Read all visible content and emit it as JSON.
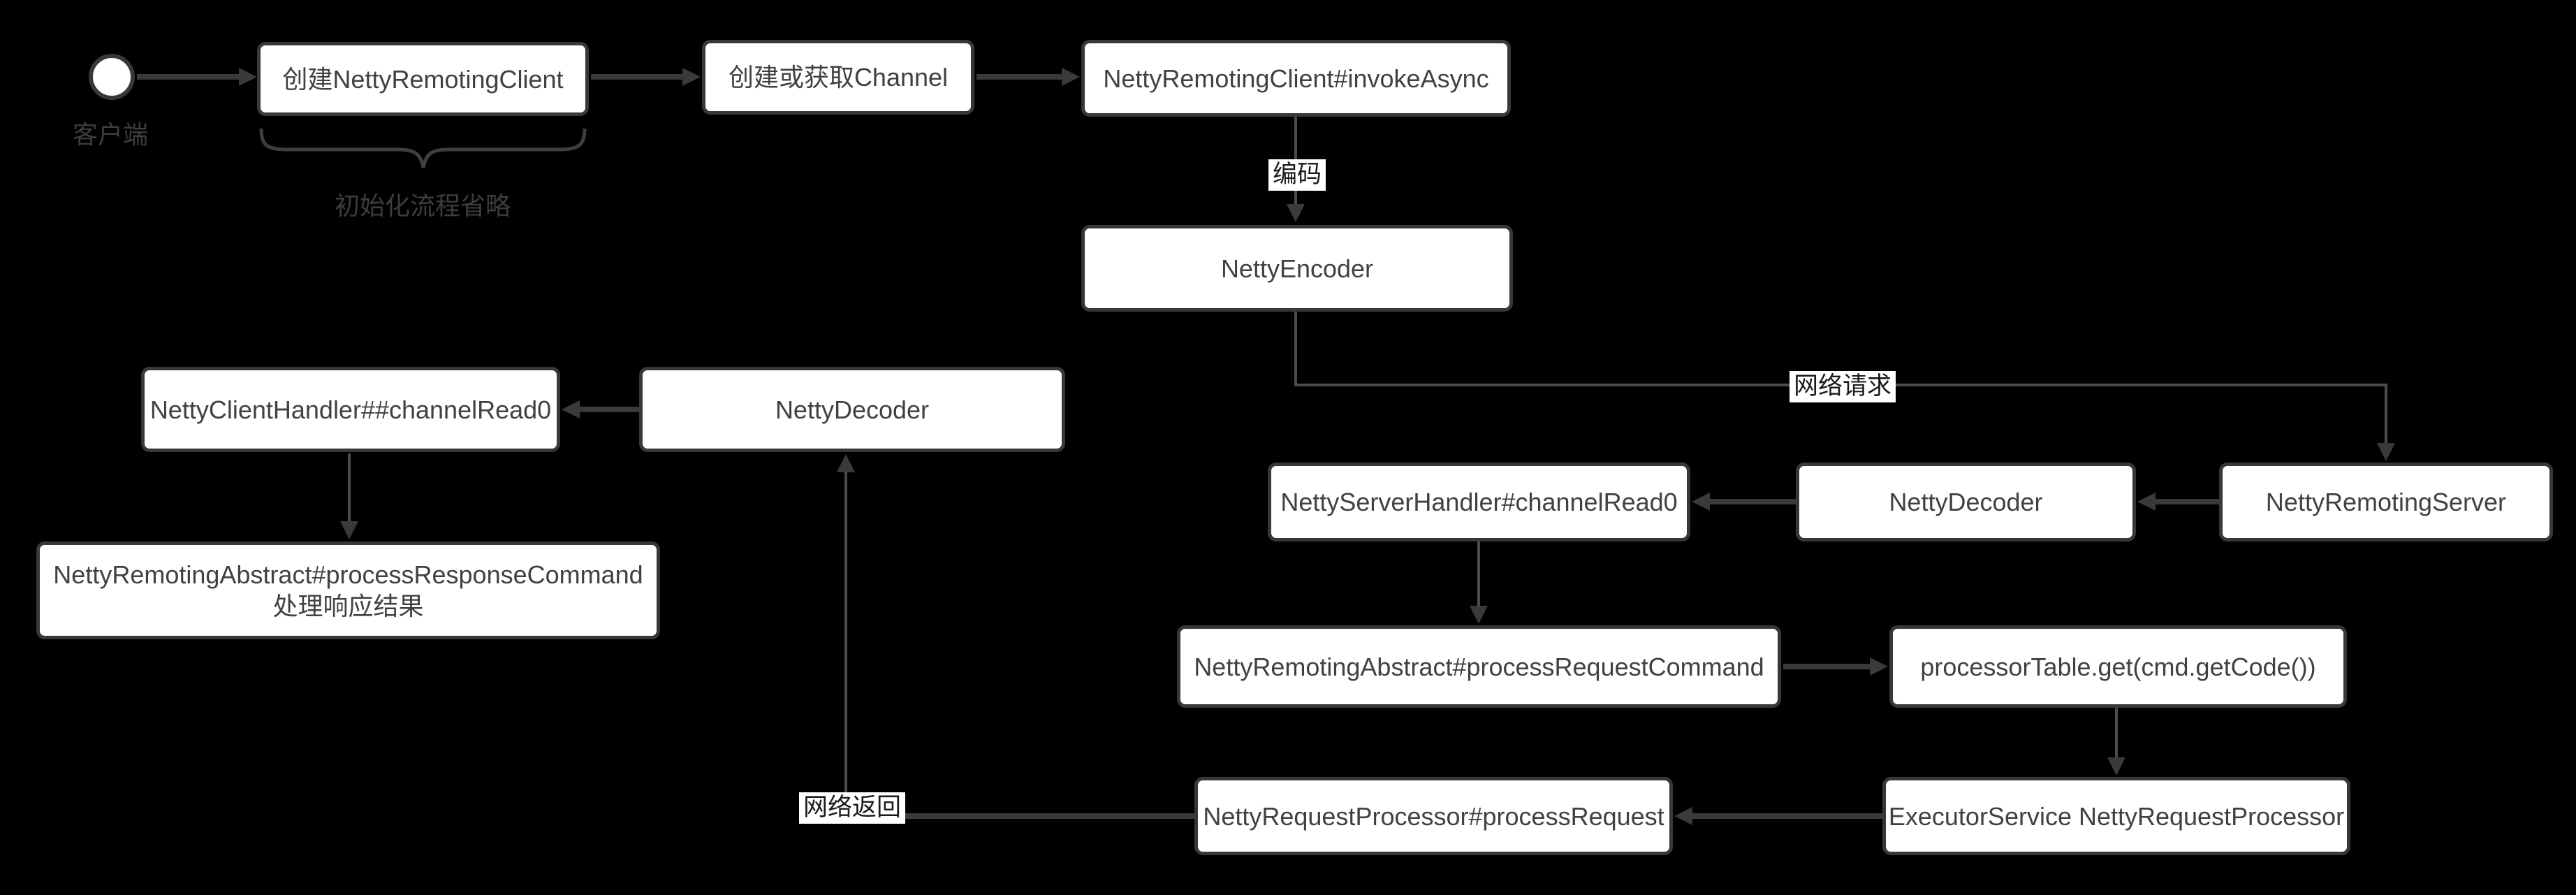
{
  "colors": {
    "background": "#000000",
    "node_fill": "#ffffff",
    "node_border": "#383838",
    "node_text": "#414141",
    "line": "#3a3a3a",
    "line_thin": "#4c4c4c",
    "muted_text": "#3d3d3d",
    "edge_label_bg": "#ffffff",
    "edge_label_text": "#1a1a1a"
  },
  "nodes": {
    "client": {
      "label": "客户端"
    },
    "create_client": {
      "label": "创建NettyRemotingClient"
    },
    "create_channel": {
      "label": "创建或获取Channel"
    },
    "invoke_async": {
      "label": "NettyRemotingClient#invokeAsync"
    },
    "netty_encoder": {
      "label": "NettyEncoder"
    },
    "client_decoder": {
      "label": "NettyDecoder"
    },
    "client_handler": {
      "label": "NettyClientHandler##channelRead0"
    },
    "process_response": {
      "label": "NettyRemotingAbstract#processResponseCommand",
      "sublabel": "处理响应结果"
    },
    "server_handler": {
      "label": "NettyServerHandler#channelRead0"
    },
    "server_decoder": {
      "label": "NettyDecoder"
    },
    "remoting_server": {
      "label": "NettyRemotingServer"
    },
    "process_request_command": {
      "label": "NettyRemotingAbstract#processRequestCommand"
    },
    "processor_table": {
      "label": "processorTable.get(cmd.getCode())"
    },
    "executor_service": {
      "label": "ExecutorService NettyRequestProcessor"
    },
    "request_processor": {
      "label": "NettyRequestProcessor#processRequest"
    }
  },
  "edge_labels": {
    "encode": "编码",
    "network_request": "网络请求",
    "network_return": "网络返回"
  },
  "annotations": {
    "init_note": "初始化流程省略"
  }
}
